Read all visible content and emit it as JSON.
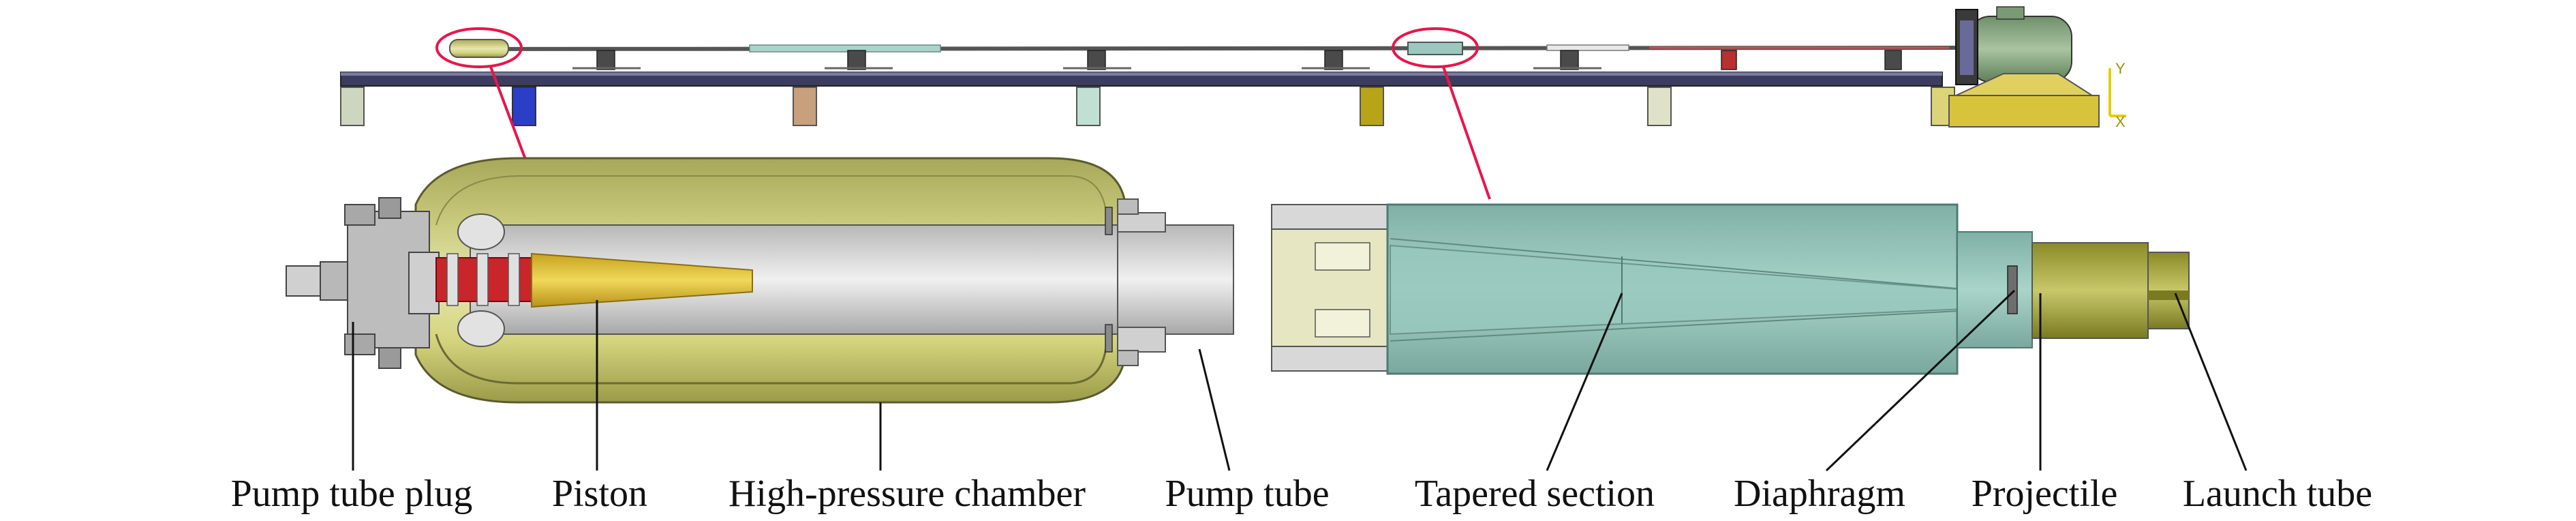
{
  "labels": {
    "pump_tube_plug": "Pump tube plug",
    "piston": "Piston",
    "high_pressure_chamber": "High-pressure chamber",
    "pump_tube": "Pump tube",
    "tapered_section": "Tapered section",
    "diaphragm": "Diaphragm",
    "projectile": "Projectile",
    "launch_tube": "Launch tube"
  },
  "axis_triad": {
    "y": "Y",
    "x": "X"
  },
  "colors": {
    "highlight_ring": "#e8154a",
    "chamber_yellow": "#d9d98a",
    "piston_gold": "#d4b52a",
    "tapered_teal": "#8fc4b8",
    "launch_olive": "#9a9a30",
    "rail_navy": "#3a3a5a"
  }
}
